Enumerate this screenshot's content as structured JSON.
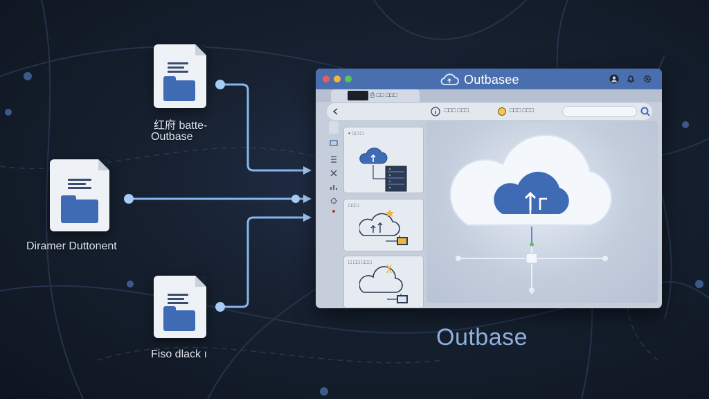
{
  "app": {
    "title": "Outbasee",
    "tab_label": "⎙ □□ □□□"
  },
  "toolbar": {
    "items": [
      "□□□ □□□",
      "□□□ □□□"
    ],
    "search_placeholder": ""
  },
  "cards": [
    {
      "header": "• □□ □"
    },
    {
      "header": "□□□"
    },
    {
      "header": "□ □□ □□□"
    }
  ],
  "documents": [
    {
      "label_line1": "红府 batte-",
      "label_line2": "Outbase"
    },
    {
      "label_line1": "Diramer Duttonent"
    },
    {
      "label_line1": "Fiso dlack ı"
    }
  ],
  "caption": "Outbase",
  "colors": {
    "titlebar": "#4a6fae",
    "accent": "#3f6bb5",
    "caption": "#8fb0dc",
    "background": "#16202f"
  }
}
